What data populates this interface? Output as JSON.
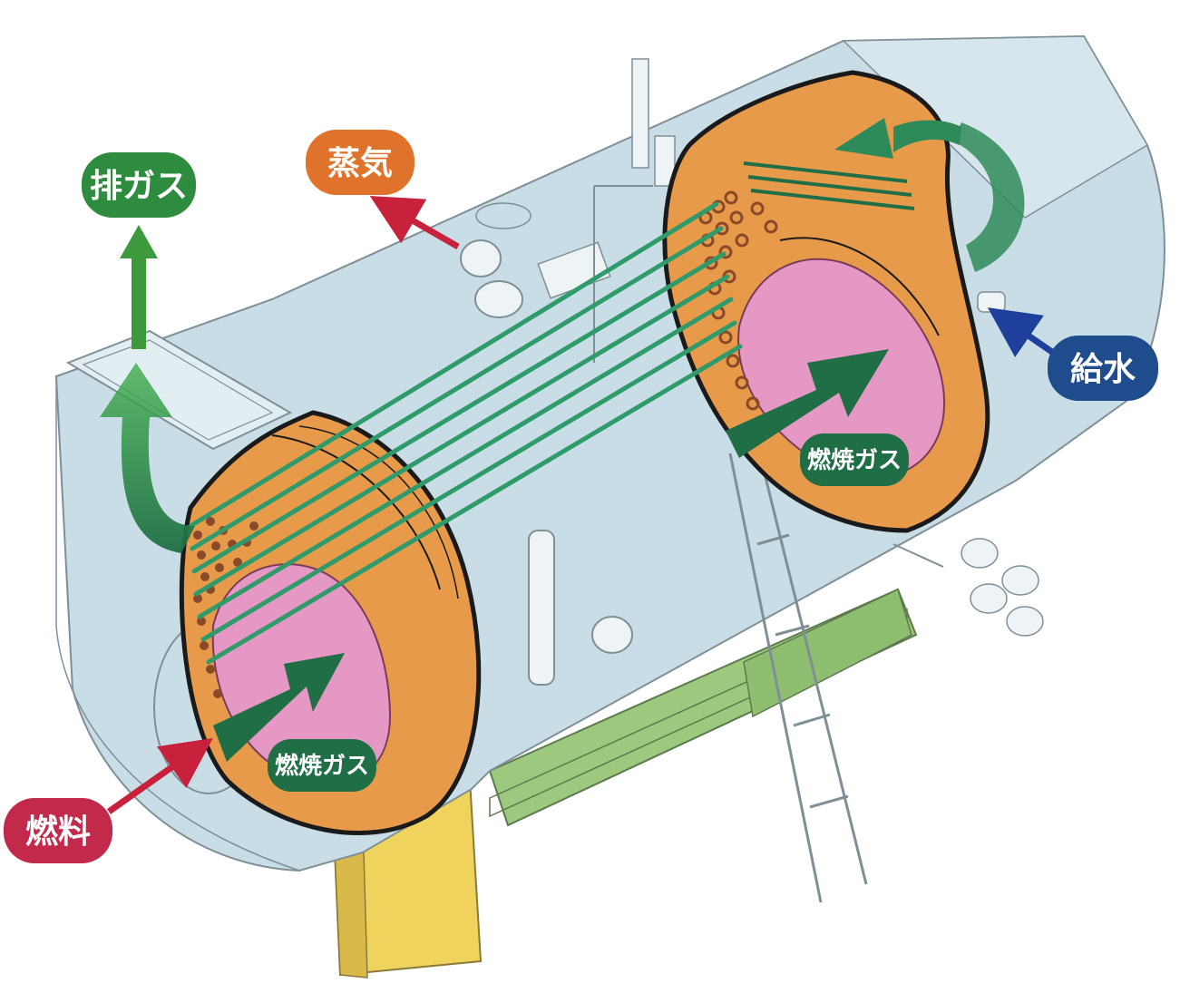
{
  "labels": {
    "exhaust_gas": "排ガス",
    "steam": "蒸気",
    "feed_water": "給水",
    "fuel": "燃料",
    "combustion_gas_front": "燃焼ガス",
    "combustion_gas_rear": "燃焼ガス"
  },
  "colors": {
    "boiler_shell": "#c8dde6",
    "shell_outline": "#7f8f96",
    "end_plate": "#e89a4b",
    "furnace": "#e598c4",
    "flow_arrow": "#1f6e45",
    "smoke_tubes": "#2f9a6a",
    "exhaust_label": "#2e8c3e",
    "steam_label": "#e0732b",
    "feed_water_label": "#1f4c8c",
    "fuel_label": "#c2294a",
    "red_arrow": "#c8213b",
    "blue_arrow": "#1f3f9c",
    "base_frame": "#9dc97e",
    "support_leg": "#f0d35c"
  }
}
